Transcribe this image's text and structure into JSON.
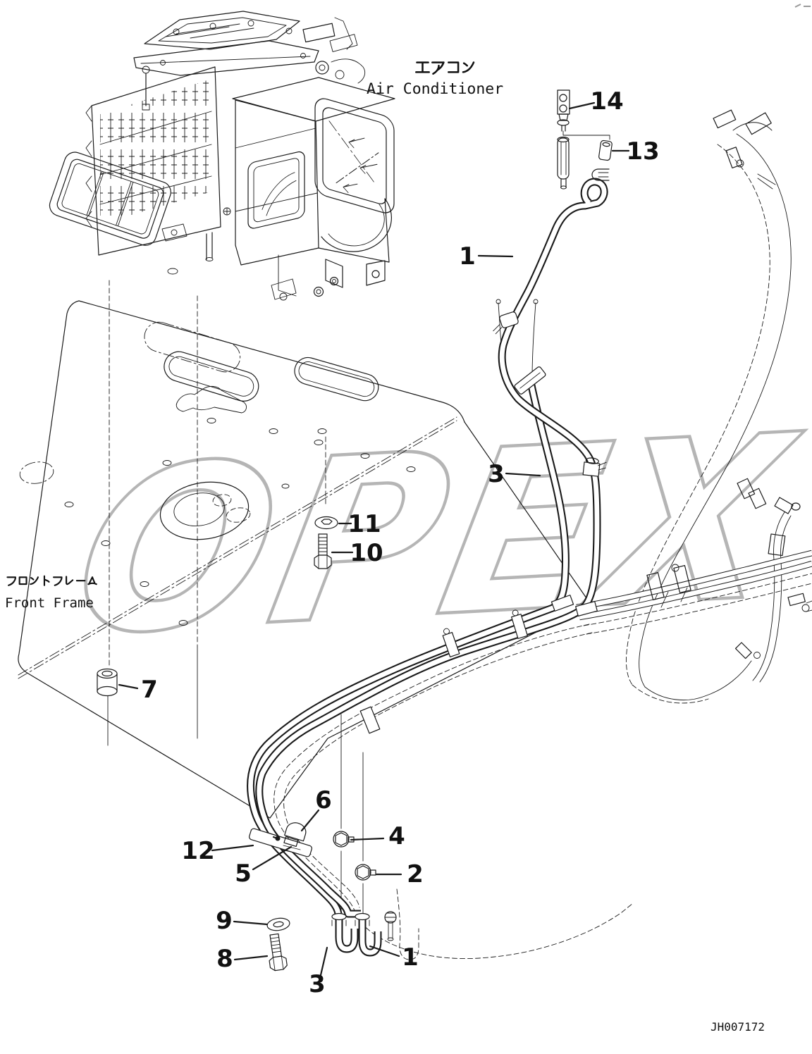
{
  "labels": {
    "air_conditioner_ja": "エアコン",
    "air_conditioner_en": "Air Conditioner",
    "front_frame_ja": "フロントフレーム",
    "front_frame_en": "Front Frame"
  },
  "drawing_number": "JH007172",
  "watermark": "OPEX",
  "colors": {
    "line": "#1a1a1a",
    "watermark": "#b5b5b5"
  },
  "callouts": [
    {
      "number": "14"
    },
    {
      "number": "13"
    },
    {
      "number": "1"
    },
    {
      "number": "3"
    },
    {
      "number": "11"
    },
    {
      "number": "10"
    },
    {
      "number": "7"
    },
    {
      "number": "6"
    },
    {
      "number": "12"
    },
    {
      "number": "5"
    },
    {
      "number": "4"
    },
    {
      "number": "2"
    },
    {
      "number": "9"
    },
    {
      "number": "8"
    },
    {
      "number": "3"
    },
    {
      "number": "1"
    }
  ]
}
